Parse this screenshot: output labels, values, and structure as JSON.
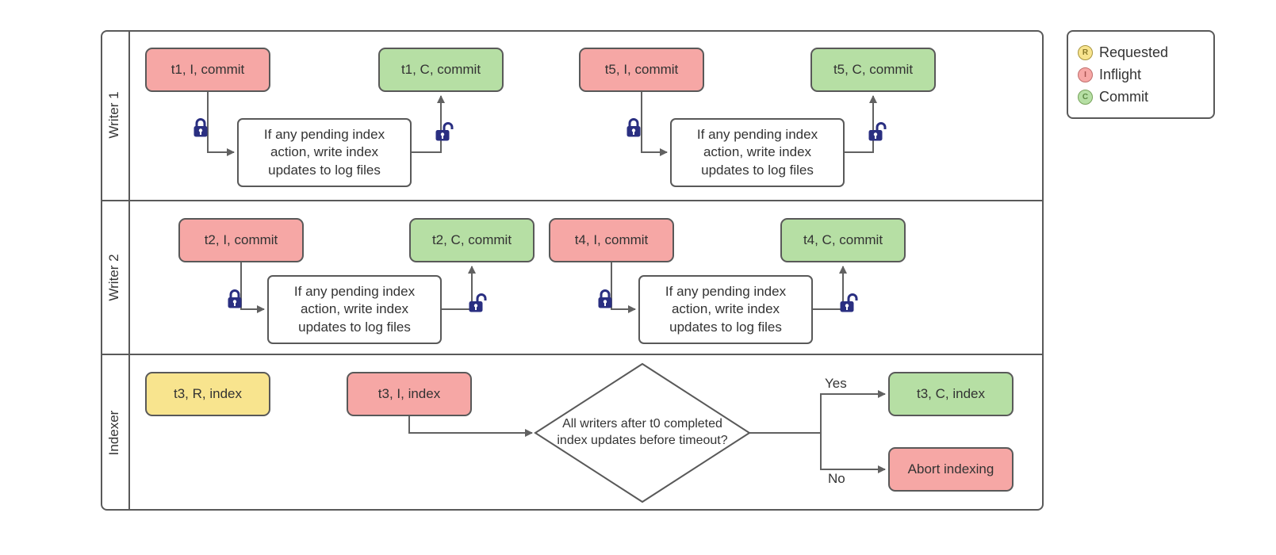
{
  "colors": {
    "requested_fill": "#F8E48E",
    "inflight_fill": "#F6A7A5",
    "commit_fill": "#B6DFA4",
    "shape_border": "#595959",
    "connector": "#616161",
    "lock": "#2A2F81"
  },
  "icons": {
    "lock_closed": "closed-padlock",
    "lock_open": "open-padlock"
  },
  "legend": {
    "items": [
      {
        "symbol": "R",
        "label": "Requested"
      },
      {
        "symbol": "I",
        "label": "Inflight"
      },
      {
        "symbol": "C",
        "label": "Commit"
      }
    ]
  },
  "lanes": {
    "writer1": {
      "label": "Writer 1",
      "flow1": {
        "inflight": "t1, I, commit",
        "process": "If any pending index action, write index updates to log files",
        "commit": "t1, C, commit"
      },
      "flow2": {
        "inflight": "t5, I, commit",
        "process": "If any pending index action, write index updates to log files",
        "commit": "t5, C, commit"
      }
    },
    "writer2": {
      "label": "Writer 2",
      "flow1": {
        "inflight": "t2, I, commit",
        "process": "If any pending index action, write index updates to log files",
        "commit": "t2, C, commit"
      },
      "flow2": {
        "inflight": "t4, I, commit",
        "process": "If any pending index action, write index updates to log files",
        "commit": "t4, C, commit"
      }
    },
    "indexer": {
      "label": "Indexer",
      "requested": "t3, R, index",
      "inflight": "t3, I, index",
      "decision": "All writers after t0 completed index updates before timeout?",
      "yes": "Yes",
      "no": "No",
      "commit": "t3, C, index",
      "abort": "Abort indexing"
    }
  }
}
